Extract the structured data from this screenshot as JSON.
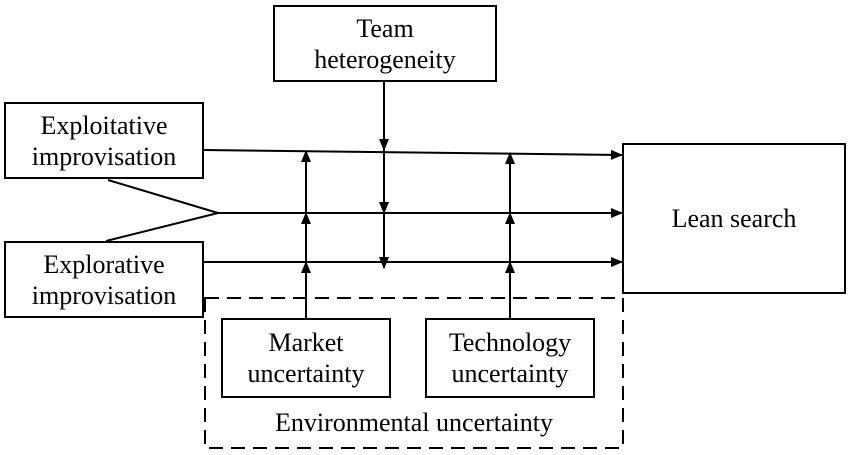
{
  "nodes": {
    "team": {
      "lines": [
        "Team",
        "heterogeneity"
      ]
    },
    "exploitative": {
      "lines": [
        "Exploitative",
        "improvisation"
      ]
    },
    "explorative": {
      "lines": [
        "Explorative",
        "improvisation"
      ]
    },
    "lean": {
      "lines": [
        "Lean search"
      ]
    },
    "market": {
      "lines": [
        "Market",
        "uncertainty"
      ]
    },
    "technology": {
      "lines": [
        "Technology",
        "uncertainty"
      ]
    }
  },
  "group": {
    "label": "Environmental uncertainty"
  },
  "colors": {
    "stroke": "#000000",
    "background": "#ffffff"
  }
}
